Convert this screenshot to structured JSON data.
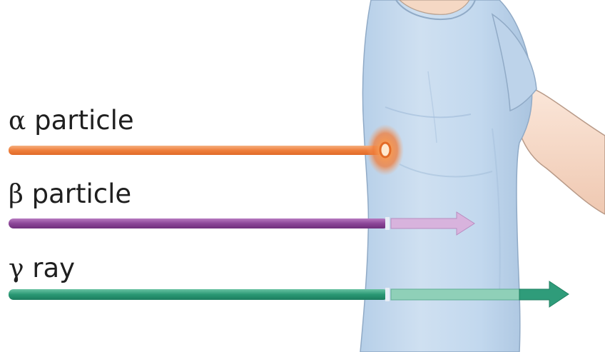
{
  "labels": {
    "alpha": {
      "symbol": "α",
      "text": "particle"
    },
    "beta": {
      "symbol": "β",
      "text": "particle"
    },
    "gamma": {
      "symbol": "γ",
      "text": "ray"
    }
  },
  "colors": {
    "alpha": "#f08a4b",
    "beta": "#8e4a9a",
    "beta_transmitted": "#d7b1dc",
    "gamma": "#2f9c7a",
    "gamma_transmitted": "#7fc7ad",
    "shirt": "#c6daee",
    "shirt_shadow": "#a9c4df",
    "skin": "#f7dcc9"
  }
}
